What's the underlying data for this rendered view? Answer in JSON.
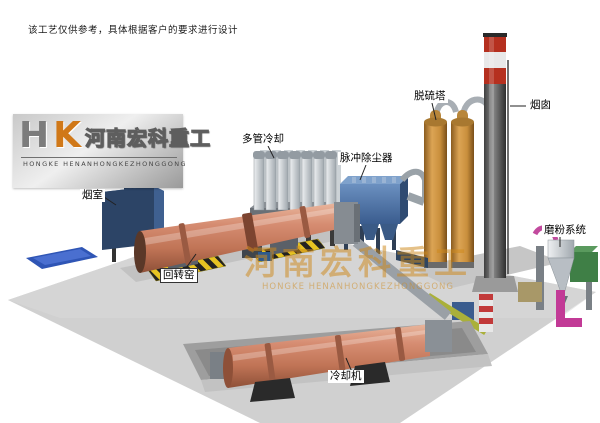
{
  "page": {
    "disclaimer": "该工艺仅供参考，具体根据客户的要求进行设计"
  },
  "logo": {
    "monogram_h": "H",
    "monogram_k": "K",
    "company_cn": "河南宏科重工",
    "company_en": "HONGKE HENANHONGKEZHONGGONG"
  },
  "watermark": {
    "text_cn": "河南宏科重工",
    "text_en": "HONGKE HENANHONGKEZHONGGONG"
  },
  "equipment_labels": {
    "smoke_chamber": "烟室",
    "rotary_kiln": "回转窑",
    "multi_tube_cooler": "多管冷却",
    "pulse_dust_collector": "脉冲除尘器",
    "desulfurization_tower": "脱硫塔",
    "chimney": "烟囱",
    "grinding_system": "磨粉系统",
    "cooling_machine": "冷却机"
  },
  "colors": {
    "kiln_salmon": "#cd8269",
    "ground_gray": "#d0d0d0",
    "dust_collector_blue": "#4a6fa5",
    "tower_tan": "#c08a38",
    "chimney_red": "#b5301f",
    "pool_blue": "#2f55b5",
    "hazard_yellow": "#e6c322",
    "watermark_orange": "#cf8a1d",
    "grinding_magenta": "#c23a96",
    "grinding_green": "#3f7f46"
  }
}
